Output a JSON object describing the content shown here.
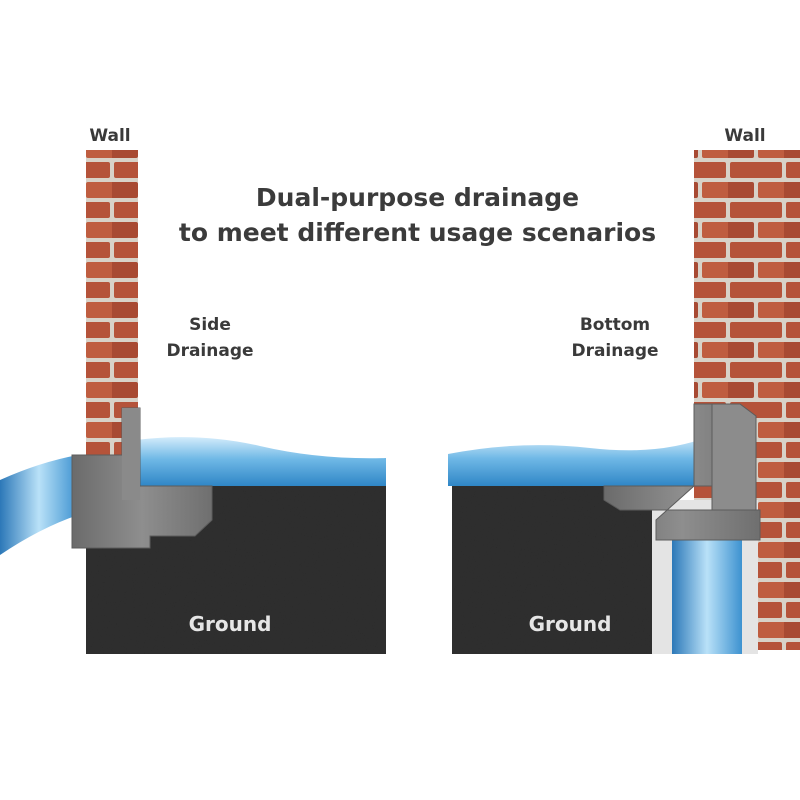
{
  "title": {
    "line1": "Dual-purpose drainage",
    "line2": "to meet different usage scenarios"
  },
  "left_panel": {
    "wall_label": "Wall",
    "drain_label_line1": "Side",
    "drain_label_line2": "Drainage",
    "ground_label": "Ground"
  },
  "right_panel": {
    "wall_label": "Wall",
    "drain_label_line1": "Bottom",
    "drain_label_line2": "Drainage",
    "ground_label": "Ground"
  },
  "colors": {
    "brick": "#b5533a",
    "mortar": "#d8d2c8",
    "ground": "#2f2f2f",
    "drain": "#7a7a7a",
    "water": "#4aa3d8"
  }
}
